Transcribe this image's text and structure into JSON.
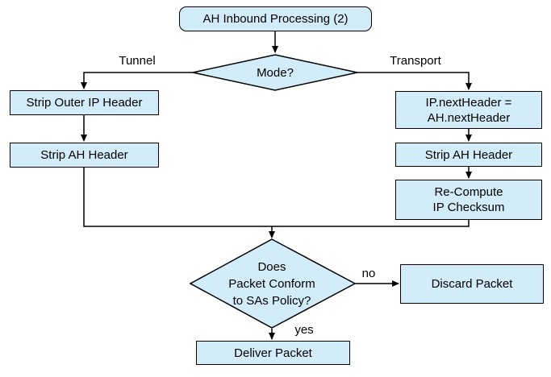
{
  "diagram": {
    "title": "AH Inbound Processing (2)",
    "colors": {
      "node_fill": "#d3ecfa",
      "node_border": "#000000",
      "edge_color": "#000000",
      "background": "#ffffff",
      "text_color": "#000000"
    },
    "nodes": {
      "start": {
        "type": "terminator",
        "label": "AH Inbound Processing (2)"
      },
      "mode": {
        "type": "decision",
        "label": "Mode?"
      },
      "strip_outer_ip": {
        "type": "process",
        "label": "Strip Outer IP Header"
      },
      "strip_ah_tunnel": {
        "type": "process",
        "label": "Strip AH Header"
      },
      "ip_next_header": {
        "type": "process",
        "label": "IP.nextHeader =\nAH.nextHeader"
      },
      "strip_ah_transport": {
        "type": "process",
        "label": "Strip AH Header"
      },
      "recompute_checksum": {
        "type": "process",
        "label": "Re-Compute\nIP Checksum"
      },
      "policy": {
        "type": "decision",
        "label": "Does\nPacket Conform\nto SAs Policy?"
      },
      "discard": {
        "type": "process",
        "label": "Discard Packet"
      },
      "deliver": {
        "type": "process",
        "label": "Deliver Packet"
      }
    },
    "edge_labels": {
      "tunnel": "Tunnel",
      "transport": "Transport",
      "no": "no",
      "yes": "yes"
    }
  }
}
